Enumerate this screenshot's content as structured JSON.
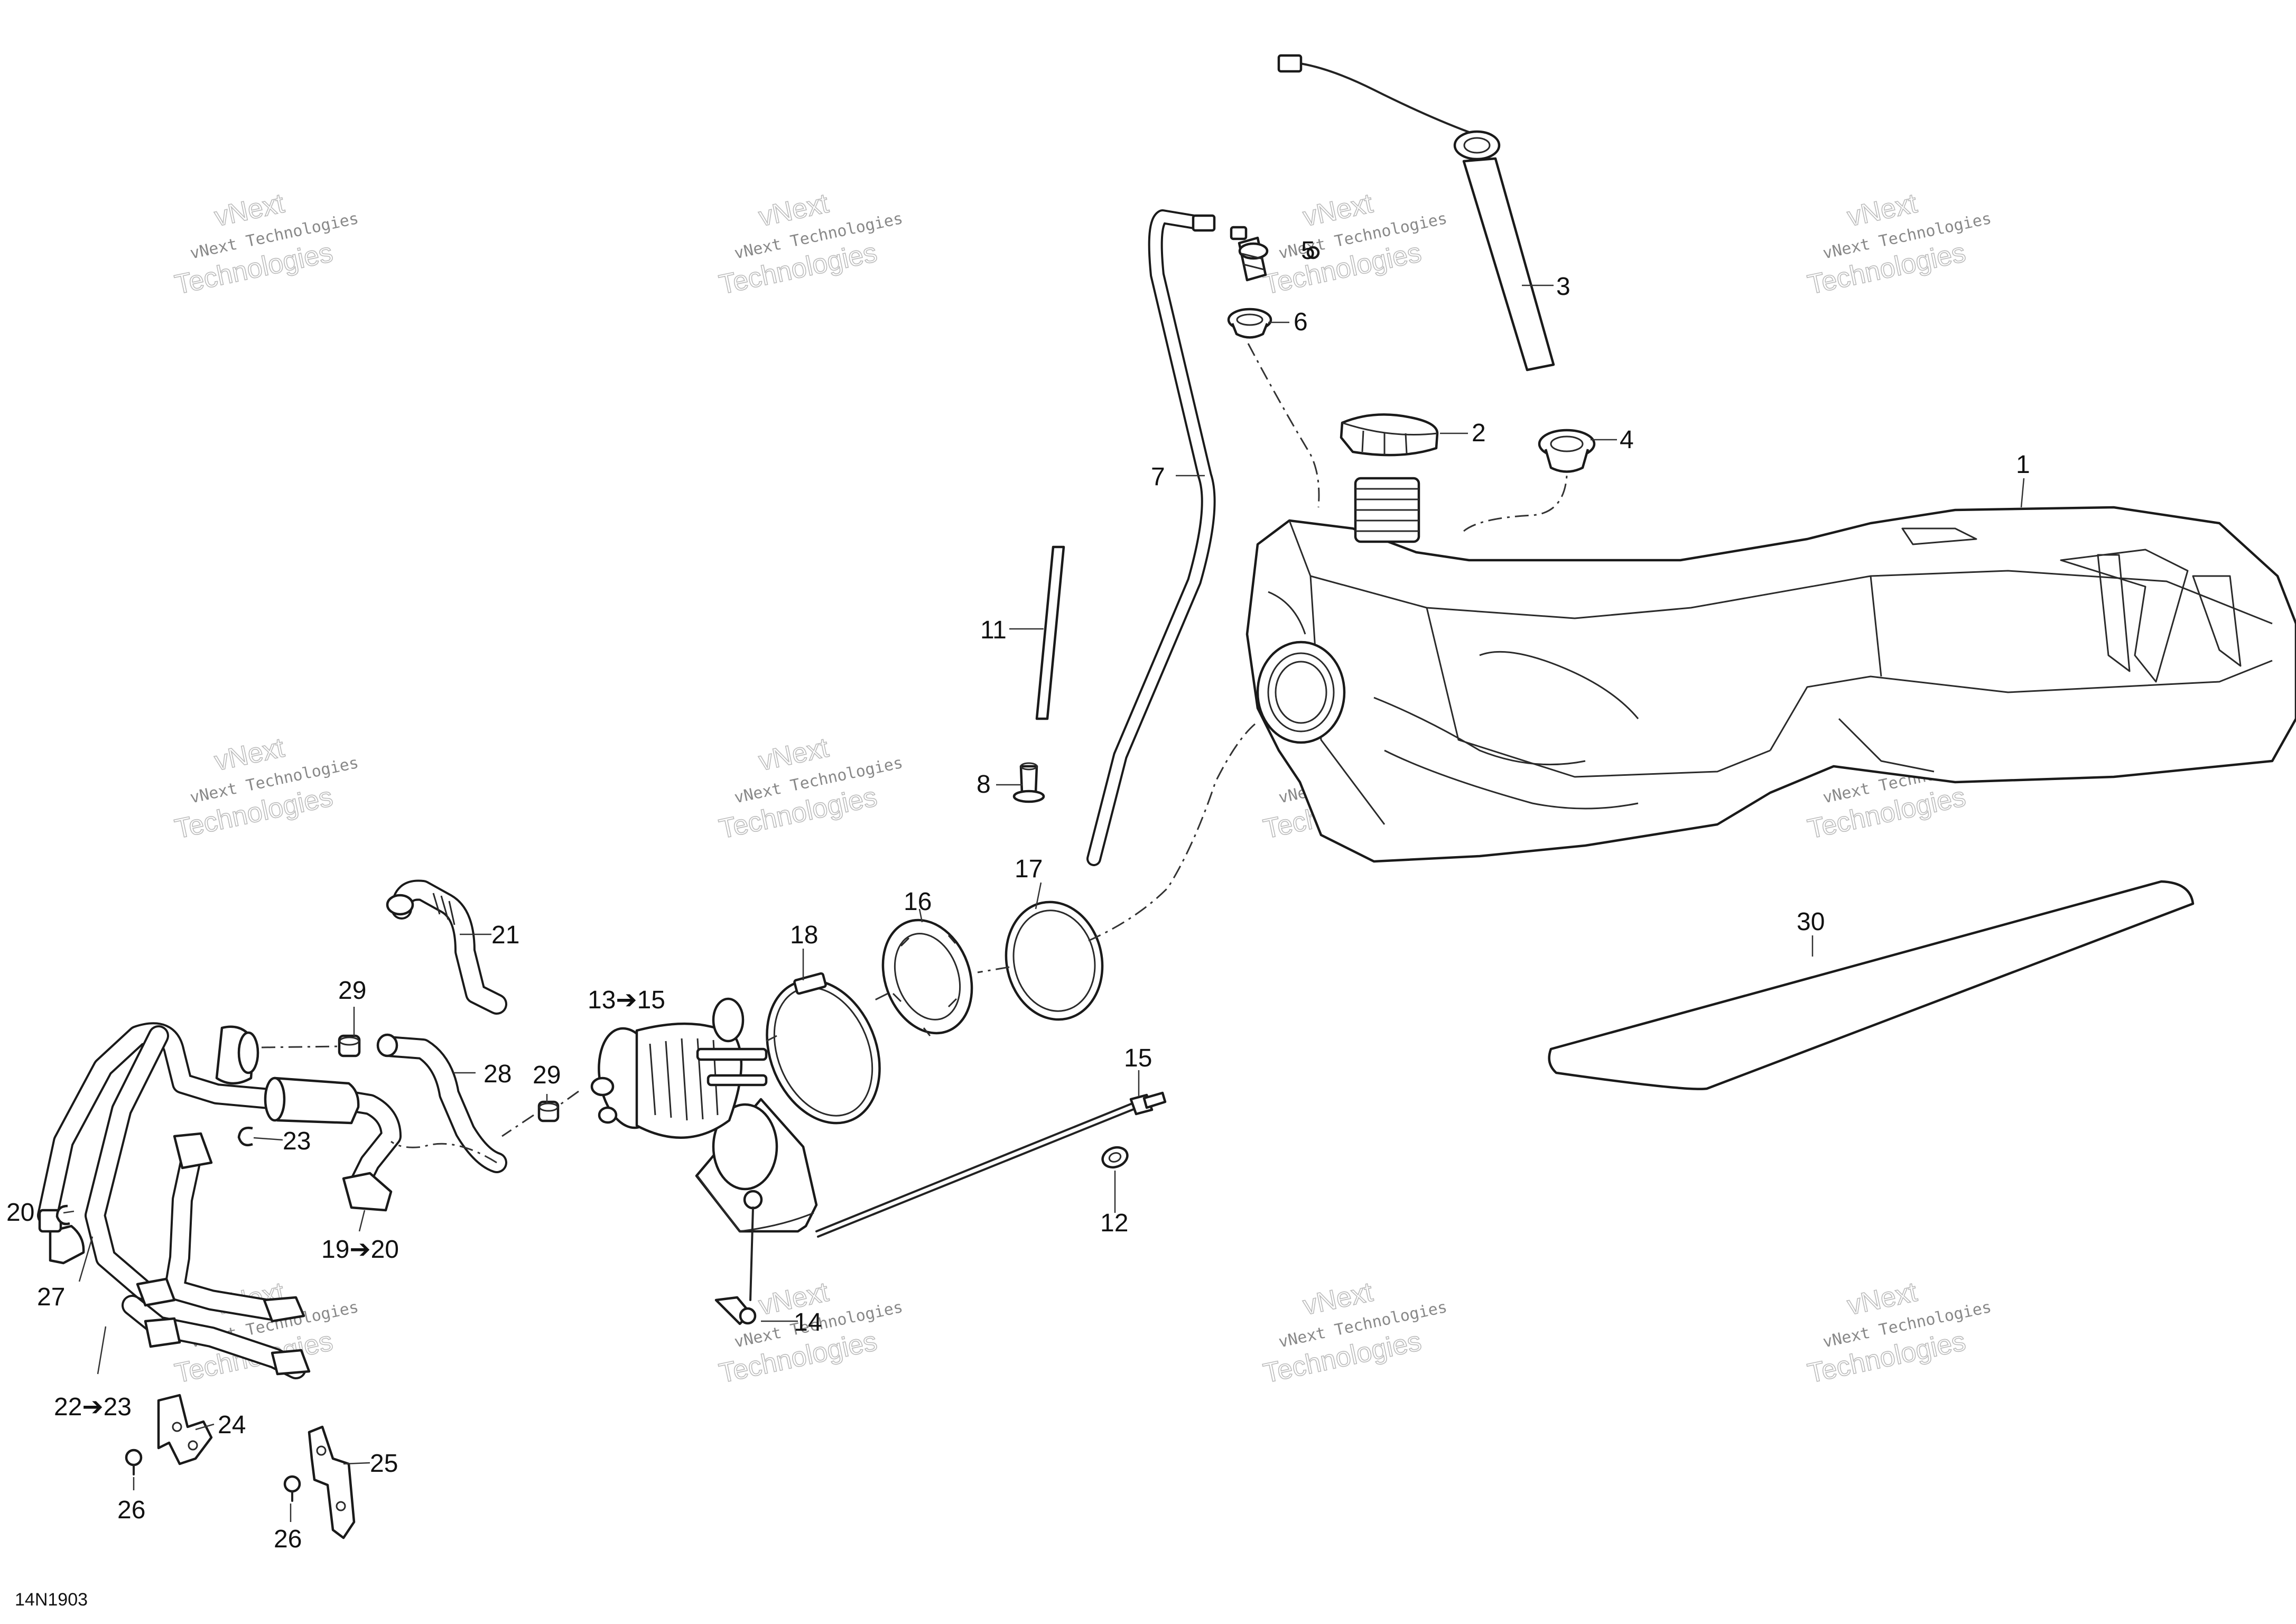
{
  "diagram": {
    "reference": "14N1903",
    "watermark": {
      "brand": "vNext",
      "line": "vNext Technologies",
      "word": "Technologies"
    },
    "callouts": [
      {
        "id": "1",
        "label": "1"
      },
      {
        "id": "2",
        "label": "2"
      },
      {
        "id": "3",
        "label": "3"
      },
      {
        "id": "4",
        "label": "4"
      },
      {
        "id": "5",
        "label": "5"
      },
      {
        "id": "6",
        "label": "6"
      },
      {
        "id": "7",
        "label": "7"
      },
      {
        "id": "8",
        "label": "8"
      },
      {
        "id": "11",
        "label": "11"
      },
      {
        "id": "12",
        "label": "12"
      },
      {
        "id": "13-15",
        "label": "13➔15"
      },
      {
        "id": "14",
        "label": "14"
      },
      {
        "id": "15",
        "label": "15"
      },
      {
        "id": "16",
        "label": "16"
      },
      {
        "id": "17",
        "label": "17"
      },
      {
        "id": "18",
        "label": "18"
      },
      {
        "id": "19-20",
        "label": "19➔20"
      },
      {
        "id": "20",
        "label": "20"
      },
      {
        "id": "21",
        "label": "21"
      },
      {
        "id": "22-23",
        "label": "22➔23"
      },
      {
        "id": "23",
        "label": "23"
      },
      {
        "id": "24",
        "label": "24"
      },
      {
        "id": "25",
        "label": "25"
      },
      {
        "id": "26a",
        "label": "26"
      },
      {
        "id": "26b",
        "label": "26"
      },
      {
        "id": "27",
        "label": "27"
      },
      {
        "id": "28",
        "label": "28"
      },
      {
        "id": "29a",
        "label": "29"
      },
      {
        "id": "29b",
        "label": "29"
      },
      {
        "id": "30",
        "label": "30"
      }
    ]
  }
}
